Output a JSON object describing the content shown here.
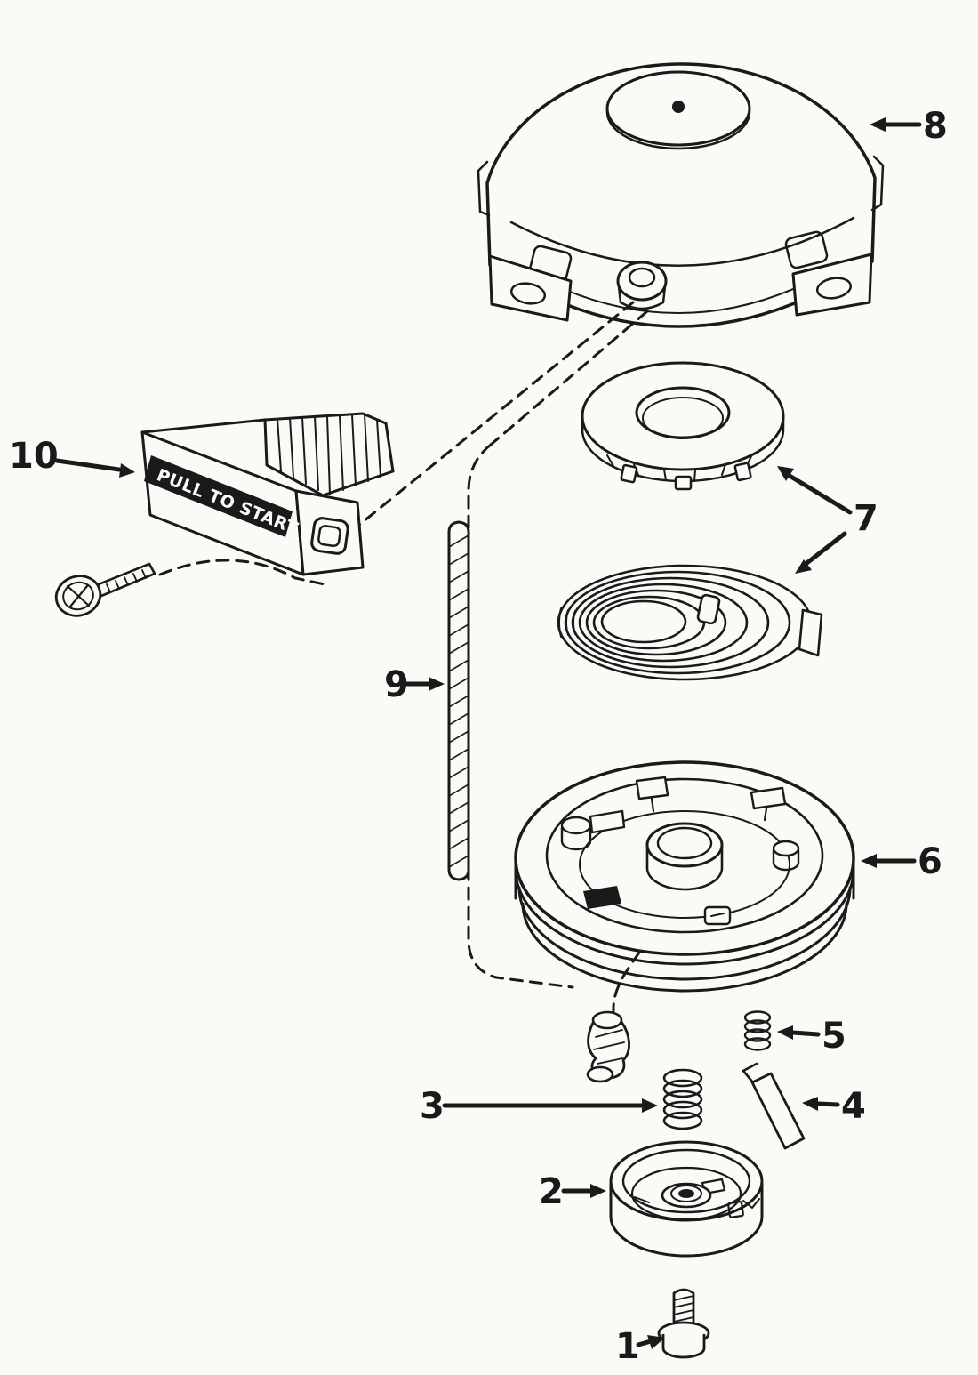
{
  "diagram": {
    "handle_label": "PULL TO START",
    "callouts": [
      "1",
      "2",
      "3",
      "4",
      "5",
      "6",
      "7",
      "8",
      "9",
      "10"
    ],
    "colors": {
      "ink": "#1a1a1a",
      "paper": "#fbfaf7"
    }
  }
}
